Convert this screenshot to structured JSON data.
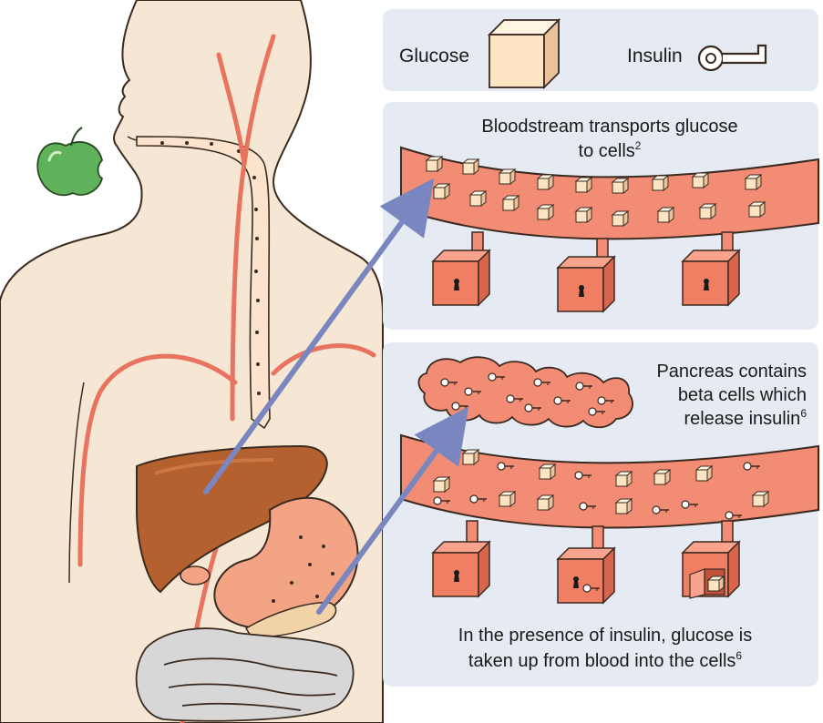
{
  "legend": {
    "glucose_label": "Glucose",
    "insulin_label": "Insulin"
  },
  "panel_transport": {
    "caption_line1": "Bloodstream transports glucose",
    "caption_line2": "to cells",
    "footnote": "2"
  },
  "panel_pancreas": {
    "caption_line1": "Pancreas contains",
    "caption_line2": "beta cells which",
    "caption_line3": "release insulin",
    "footnote": "6"
  },
  "panel_uptake": {
    "caption_line1": "In the presence of insulin, glucose is",
    "caption_line2": "taken up from blood into the cells",
    "footnote": "6"
  },
  "colors": {
    "body_fill": "#f6e7d4",
    "body_outline": "#3a2a20",
    "panel_bg": "#e6eaf3",
    "vessel": "#f28c74",
    "vessel_outline": "#3a2a20",
    "cell_box": "#ef7e63",
    "glucose_cube": "#fde4c2",
    "arrow": "#7a86bf",
    "liver": "#b5602f",
    "stomach": "#f3a485",
    "intestine": "#d7d7d7",
    "apple": "#5fb15a"
  }
}
